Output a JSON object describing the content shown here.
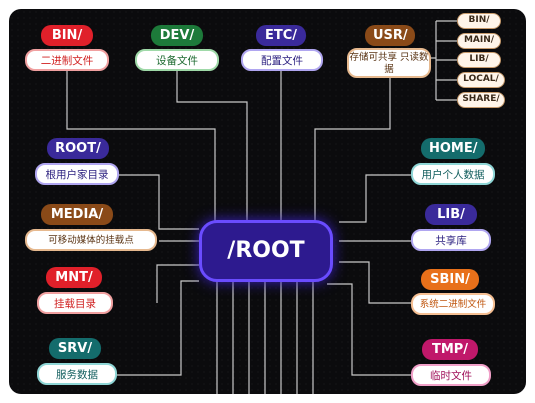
{
  "root": "/ROOT",
  "top": [
    {
      "tag": "BIN/",
      "label": "二进制文件",
      "tag_color": "#e0202a",
      "border": "#f0a0a0",
      "text": "#d02020"
    },
    {
      "tag": "DEV/",
      "label": "设备文件",
      "tag_color": "#1d7a3a",
      "border": "#9fd9a8",
      "text": "#1d6a30"
    },
    {
      "tag": "ETC/",
      "label": "配置文件",
      "tag_color": "#3a2a9a",
      "border": "#b0a6f0",
      "text": "#2d2280"
    },
    {
      "tag": "USR/",
      "label": "存储可共享 只读数据",
      "tag_color": "#8a4a18",
      "border": "#e6b98f",
      "text": "#5a3414"
    }
  ],
  "usr_children": [
    "BIN/",
    "MAIN/",
    "LIB/",
    "LOCAL/",
    "SHARE/"
  ],
  "left": [
    {
      "tag": "ROOT/",
      "label": "根用户家目录",
      "tag_color": "#3a2a9a",
      "border": "#b0a6f0",
      "text": "#2d2280"
    },
    {
      "tag": "MEDIA/",
      "label": "可移动媒体的挂载点",
      "tag_color": "#8a4a18",
      "border": "#e6b98f",
      "text": "#5a3414"
    },
    {
      "tag": "MNT/",
      "label": "挂载目录",
      "tag_color": "#e0202a",
      "border": "#f0a0a0",
      "text": "#d02020"
    },
    {
      "tag": "SRV/",
      "label": "服务数据",
      "tag_color": "#146c6c",
      "border": "#8fd6d6",
      "text": "#0f5c5c"
    }
  ],
  "right": [
    {
      "tag": "HOME/",
      "label": "用户个人数据",
      "tag_color": "#146c6c",
      "border": "#8fd6d6",
      "text": "#0f5c5c"
    },
    {
      "tag": "LIB/",
      "label": "共享库",
      "tag_color": "#3a2a9a",
      "border": "#b0a6f0",
      "text": "#2d2280"
    },
    {
      "tag": "SBIN/",
      "label": "系统二进制文件",
      "tag_color": "#e8701a",
      "border": "#f5bf93",
      "text": "#c0560e"
    },
    {
      "tag": "TMP/",
      "label": "临时文件",
      "tag_color": "#c0186a",
      "border": "#f0a0c8",
      "text": "#a0105a"
    }
  ]
}
